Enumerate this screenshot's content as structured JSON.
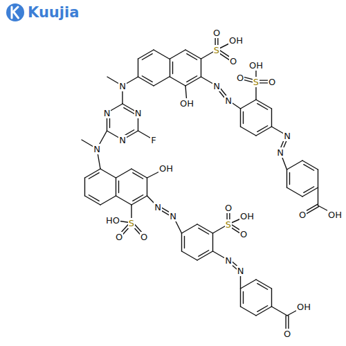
{
  "diagram": {
    "labels": [
      "Kuujia",
      "OH",
      "O",
      "S",
      "O",
      "OH",
      "O",
      "S",
      "O",
      "N",
      "N",
      "N",
      "OH",
      "N",
      "N",
      "N",
      "N",
      "F",
      "N",
      "N",
      "OH",
      "N",
      "O",
      "O",
      "OH",
      "N",
      "OH",
      "HO",
      "S",
      "S",
      "O",
      "O",
      "O",
      "N",
      "N",
      "OH",
      "O"
    ]
  }
}
